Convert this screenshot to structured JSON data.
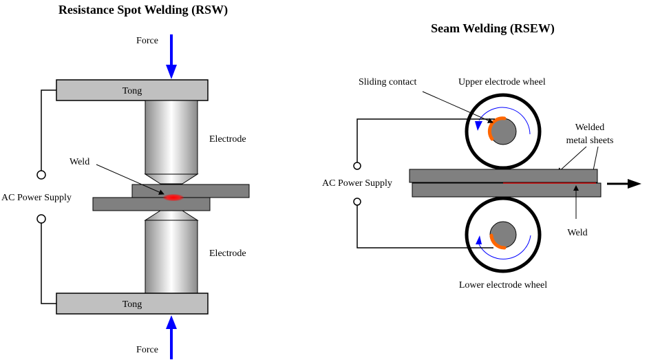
{
  "rsw": {
    "title": "Resistance Spot Welding (RSW)",
    "force_top": "Force",
    "force_bottom": "Force",
    "tong_top": "Tong",
    "tong_bottom": "Tong",
    "electrode_top": "Electrode",
    "electrode_bottom": "Electrode",
    "weld": "Weld",
    "power": "AC Power Supply"
  },
  "rsew": {
    "title": "Seam Welding (RSEW)",
    "sliding_contact": "Sliding contact",
    "upper_wheel": "Upper electrode wheel",
    "lower_wheel": "Lower electrode wheel",
    "welded_line1": "Welded",
    "welded_line2": "metal sheets",
    "weld": "Weld",
    "power": "AC Power Supply"
  },
  "colors": {
    "force_arrow": "#0000ff",
    "tong": "#c0c0c0",
    "sheet": "#808080",
    "weld_spot": "#ff0000",
    "sliding_contact": "#ff6600",
    "rotation_arrow": "#0000ff"
  }
}
